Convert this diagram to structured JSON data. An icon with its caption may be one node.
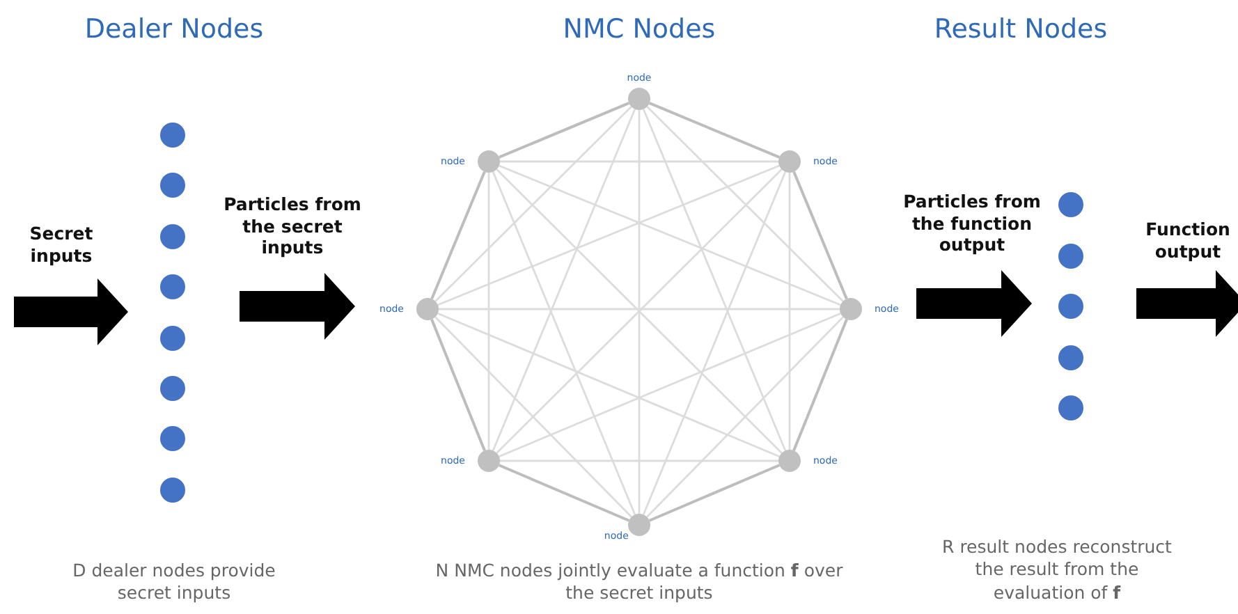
{
  "diagram": {
    "nodes": [
      {
        "text": [],
        "shape": "circle"
      },
      {
        "text": [],
        "shape": "circle"
      },
      {
        "text": [],
        "shape": "circle"
      },
      {
        "text": [],
        "shape": "circle"
      },
      {
        "text": [],
        "shape": "circle"
      },
      {
        "text": [],
        "shape": "circle"
      },
      {
        "text": [],
        "shape": "circle"
      },
      {
        "text": [],
        "shape": "circle"
      },
      {
        "text": [],
        "shape": "circle",
        "beside": [
          "node"
        ]
      },
      {
        "text": [],
        "shape": "circle",
        "beside": [
          "node"
        ]
      },
      {
        "text": [],
        "shape": "circle",
        "beside": [
          "node"
        ]
      },
      {
        "text": [],
        "shape": "circle",
        "beside": [
          "node"
        ]
      },
      {
        "text": [],
        "shape": "circle",
        "beside": [
          "node"
        ]
      },
      {
        "text": [],
        "shape": "circle",
        "beside": [
          "node"
        ]
      },
      {
        "text": [],
        "shape": "circle",
        "beside": [
          "node"
        ]
      },
      {
        "text": [],
        "shape": "circle",
        "beside": [
          "node"
        ]
      },
      {
        "text": [],
        "shape": "circle"
      },
      {
        "text": [],
        "shape": "circle"
      },
      {
        "text": [],
        "shape": "circle"
      },
      {
        "text": [],
        "shape": "circle"
      },
      {
        "text": [],
        "shape": "circle"
      }
    ],
    "edges": [
      {
        "from": 8,
        "to": 9,
        "arrow": "none",
        "color": "#bdbdbd"
      },
      {
        "from": 8,
        "to": 10,
        "arrow": "none",
        "color": "#bdbdbd"
      },
      {
        "from": 8,
        "to": 11,
        "arrow": "none"
      },
      {
        "from": 8,
        "to": 12,
        "arrow": "none"
      },
      {
        "from": 8,
        "to": 13,
        "arrow": "none"
      },
      {
        "from": 8,
        "to": 14,
        "arrow": "none"
      },
      {
        "from": 8,
        "to": 15,
        "arrow": "none"
      },
      {
        "from": 9,
        "to": 10,
        "arrow": "none"
      },
      {
        "from": 9,
        "to": 11,
        "arrow": "none",
        "color": "#bdbdbd"
      },
      {
        "from": 9,
        "to": 12,
        "arrow": "none"
      },
      {
        "from": 9,
        "to": 13,
        "arrow": "none"
      },
      {
        "from": 9,
        "to": 14,
        "arrow": "none"
      },
      {
        "from": 9,
        "to": 15,
        "arrow": "none"
      },
      {
        "from": 10,
        "to": 11,
        "arrow": "none"
      },
      {
        "from": 10,
        "to": 12,
        "arrow": "none",
        "color": "#bdbdbd"
      },
      {
        "from": 10,
        "to": 13,
        "arrow": "none"
      },
      {
        "from": 10,
        "to": 14,
        "arrow": "none"
      },
      {
        "from": 10,
        "to": 15,
        "arrow": "none"
      },
      {
        "from": 11,
        "to": 12,
        "arrow": "none"
      },
      {
        "from": 11,
        "to": 13,
        "arrow": "none",
        "color": "#bdbdbd"
      },
      {
        "from": 11,
        "to": 14,
        "arrow": "none"
      },
      {
        "from": 11,
        "to": 15,
        "arrow": "none"
      },
      {
        "from": 12,
        "to": 13,
        "arrow": "none"
      },
      {
        "from": 12,
        "to": 14,
        "arrow": "none",
        "color": "#bdbdbd"
      },
      {
        "from": 12,
        "to": 15,
        "arrow": "none"
      },
      {
        "from": 13,
        "to": 14,
        "arrow": "none"
      },
      {
        "from": 13,
        "to": 15,
        "arrow": "none",
        "color": "#bdbdbd"
      },
      {
        "from": 14,
        "to": 15,
        "arrow": "none",
        "color": "#bdbdbd"
      }
    ],
    "labels": [
      "Dealer Nodes",
      "NMC Nodes",
      "Result Nodes",
      "Secret inputs",
      "Particles from the secret inputs",
      "Particles from the function output",
      "Function output",
      "D dealer nodes provide secret inputs",
      "N NMC nodes jointly evaluate a function **f** over the secret inputs",
      "R result nodes reconstruct the result from the evaluation of **f**"
    ]
  }
}
